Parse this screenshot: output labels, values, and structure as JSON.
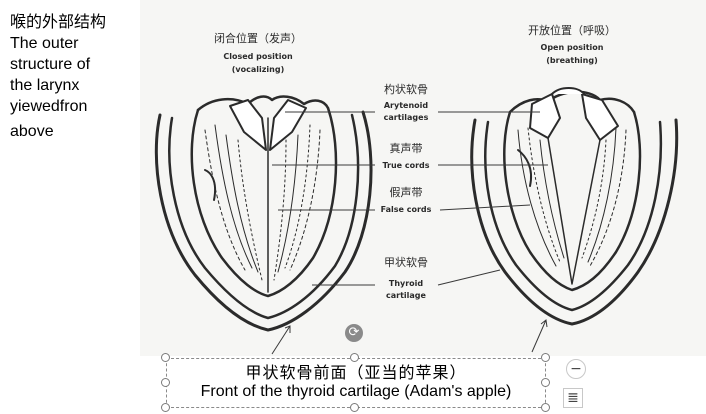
{
  "left_caption": {
    "line1": "喉的外部结构",
    "line2": "The outer",
    "line3": "structure  of",
    "line4": "the larynx",
    "line5": "yiewedfron",
    "line6": "above"
  },
  "figure": {
    "left_title_cn": "闭合位置（发声）",
    "left_title_en1": "Closed position",
    "left_title_en2": "(vocalizing)",
    "right_title_cn": "开放位置（呼吸）",
    "right_title_en1": "Open position",
    "right_title_en2": "(breathing)",
    "labels": [
      {
        "cn": "杓状软骨",
        "en1": "Arytenoid",
        "en2": "cartilages"
      },
      {
        "cn": "真声带",
        "en1": "True cords",
        "en2": ""
      },
      {
        "cn": "假声带",
        "en1": "False cords",
        "en2": ""
      },
      {
        "cn": "甲状软骨",
        "en1": "Thyroid",
        "en2": "cartilage"
      }
    ]
  },
  "textbox": {
    "line1": "甲状软骨前面（亚当的苹果）",
    "line2": "Front of the thyroid cartilage (Adam's apple)"
  },
  "controls": {
    "rotate_glyph": "⟳",
    "collapse_glyph": "−",
    "layout_glyph": "≣"
  }
}
